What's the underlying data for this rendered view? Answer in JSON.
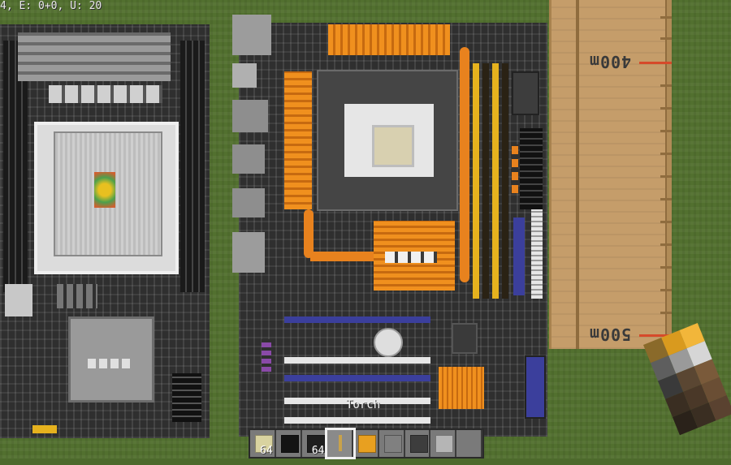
{
  "hud": {
    "debug_text": "4, E: 0+0, U: 20",
    "held_item_tooltip": "Torch"
  },
  "hotbar": {
    "selected_index": 3,
    "slots": [
      {
        "item": "end-stone-icon",
        "count": "64",
        "color": "#d9d3a0"
      },
      {
        "item": "black-concrete-icon",
        "count": "",
        "color": "#141414"
      },
      {
        "item": "black-wool-icon",
        "count": "64",
        "color": "#1e1e1e"
      },
      {
        "item": "torch-icon",
        "count": "",
        "color": "#c9a24a"
      },
      {
        "item": "orange-block-icon",
        "count": "",
        "color": "#e8a020"
      },
      {
        "item": "gray-block-icon",
        "count": "",
        "color": "#808080"
      },
      {
        "item": "dark-gray-block-icon",
        "count": "",
        "color": "#3d3d3d"
      },
      {
        "item": "light-gray-block-icon",
        "count": "",
        "color": "#b5b5b5"
      },
      {
        "item": "empty-slot",
        "count": "",
        "color": "#7a7a7a"
      }
    ]
  },
  "ruler": {
    "labels": [
      "400m",
      "500m"
    ]
  },
  "colors": {
    "grass": "#52702f",
    "pcb": "#2f2f2f",
    "heatsink": "#e8821e",
    "ram_slot_yellow": "#e6b21e",
    "pcie_blue": "#3b3f9c",
    "plank": "#c59d6a"
  }
}
